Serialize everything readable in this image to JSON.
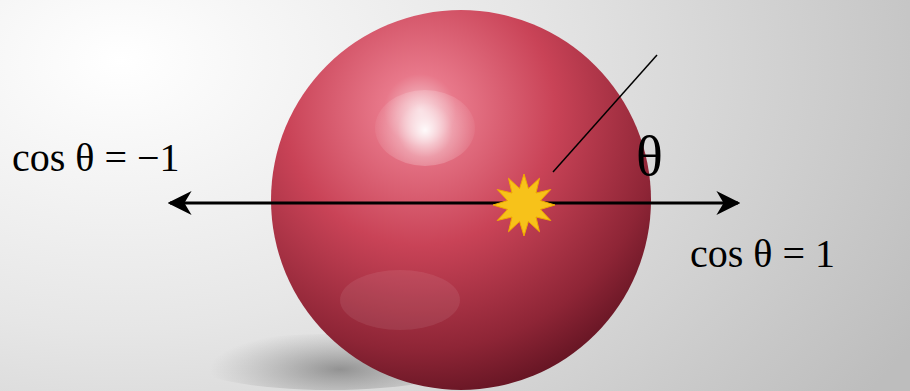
{
  "diagram": {
    "labels": [
      "cos θ = −1",
      "θ",
      "cos θ = 1"
    ]
  }
}
